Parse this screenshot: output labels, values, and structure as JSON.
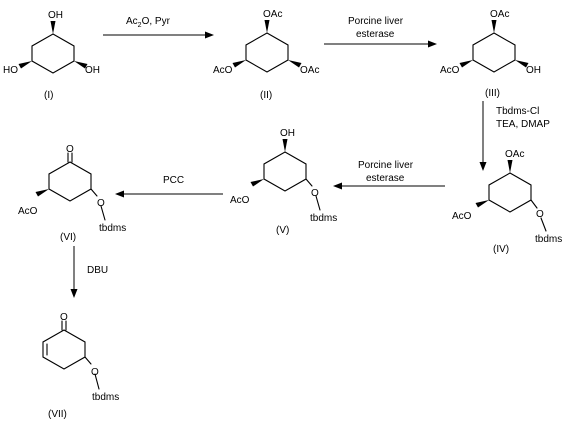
{
  "arrows": {
    "a1": {
      "line1": "Ac",
      "sub": "2",
      "line1b": "O,  Pyr"
    },
    "a2": {
      "line1": "Porcine liver",
      "line2": "esterase"
    },
    "a3": {
      "line1": "Tbdms-Cl",
      "line2": "TEA,  DMAP"
    },
    "a4": {
      "line1": "Porcine liver",
      "line2": "esterase"
    },
    "a5": {
      "line1": "PCC"
    },
    "a6": {
      "line1": "DBU"
    }
  },
  "compounds": {
    "I": {
      "label": "(I)",
      "top": "OH",
      "left": "HO",
      "right": "OH"
    },
    "II": {
      "label": "(II)",
      "top": "OAc",
      "left": "AcO",
      "right": "OAc"
    },
    "III": {
      "label": "(III)",
      "top": "OAc",
      "left": "AcO",
      "right": "OH"
    },
    "IV": {
      "label": "(IV)",
      "top": "OAc",
      "left": "AcO",
      "o": "O",
      "sub": "tbdms"
    },
    "V": {
      "label": "(V)",
      "top": "OH",
      "left": "AcO",
      "o": "O",
      "sub": "tbdms"
    },
    "VI": {
      "label": "(VI)",
      "top": "O",
      "left": "AcO",
      "o": "O",
      "sub": "tbdms"
    },
    "VII": {
      "label": "(VII)",
      "top": "O",
      "o": "O",
      "sub": "tbdms"
    }
  }
}
